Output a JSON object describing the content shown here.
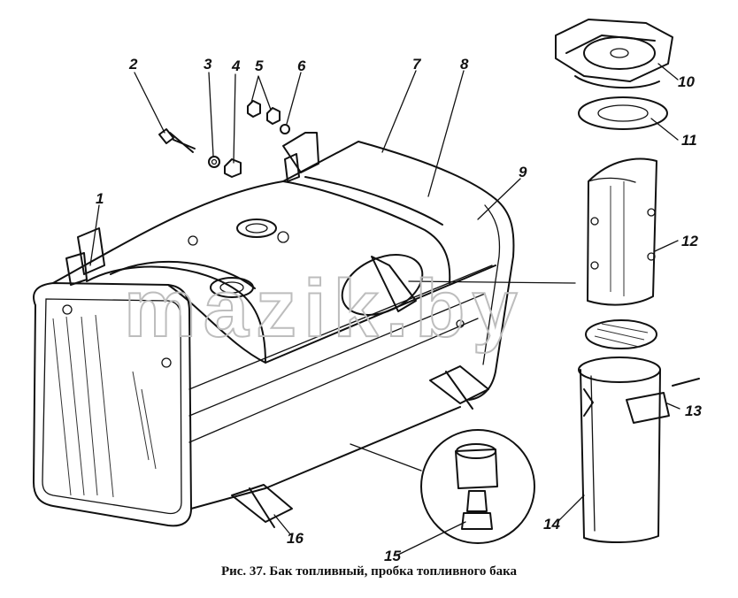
{
  "caption": "Рис. 37. Бак топливный, пробка топливного бака",
  "watermark": "mazik.by",
  "labels": [
    "1",
    "2",
    "3",
    "4",
    "5",
    "6",
    "7",
    "8",
    "9",
    "10",
    "11",
    "12",
    "13",
    "14",
    "15",
    "16"
  ]
}
